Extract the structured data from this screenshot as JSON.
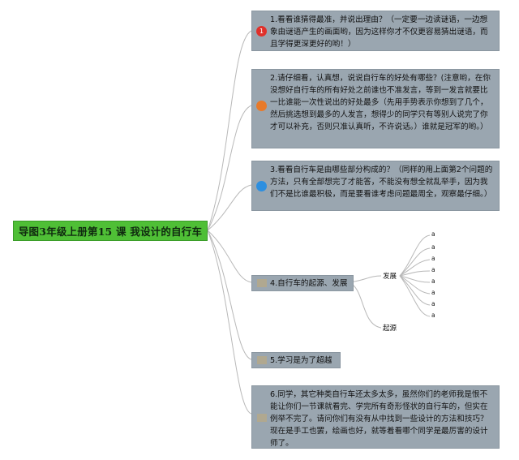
{
  "root": {
    "label": "导图3年级上册第15 课 我设计的自行车"
  },
  "nodes": [
    {
      "text": "1.看看谁猜得最准，并说出理由？（一定要一边读谜语，一边想象由谜语产生的画面哟，因为这样你才不仅更容易猜出谜语，而且学得更深更好的哟！）",
      "marker": "1"
    },
    {
      "text": "2.请仔细看，认真想，说说自行车的好处有哪些？(注意哟，在你没想好自行车的所有好处之前谁也不准发言，等到一发言就要比一比谁能一次性说出的好处最多（先用手势表示你想到了几个，然后挑选想到最多的人发言，想得少的同学只有等别人说完了你才可以补充，否则只准认真听，不许说话。）谁就是冠军的哟。）",
      "marker": ""
    },
    {
      "text": "3.看看自行车是由哪些部分构成的？（同样的用上面第2个问题的方法，只有全部想完了才能答，不能没有想全就乱举手，因为我们不是比谁最积极，而是要看谁考虑问题最周全，观察最仔细。）",
      "marker": ""
    },
    {
      "text": "4.自行车的起源、发展",
      "marker": ""
    },
    {
      "text": "5.学习是为了超越",
      "marker": ""
    },
    {
      "text": "6.同学，其它种类自行车还太多太多，虽然你们的老师我是恨不能让你们一节课就看完、学完所有奇形怪状的自行车的，但实在例举不完了。请问你们有没有从中找到一些设计的方法和技巧？现在是手工也罢，绘画也好，就等着看哪个同学是最厉害的设计师了。",
      "marker": ""
    }
  ],
  "subnodes": {
    "develop": "发展",
    "origin": "起源"
  },
  "leaves": [
    "a",
    "a",
    "a",
    "a",
    "a",
    "a",
    "a",
    "a"
  ],
  "colors": {
    "root": "#4fbf36",
    "box": "#9aa6b0",
    "line": "#b8b8b8"
  }
}
